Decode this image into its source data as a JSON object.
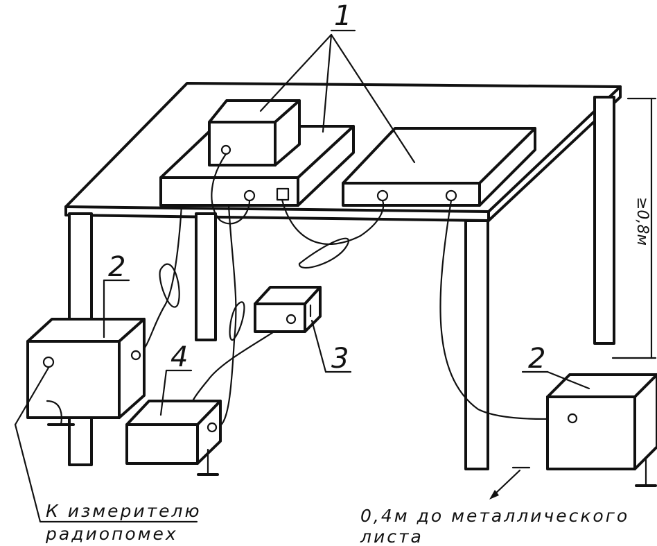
{
  "labels": {
    "device_under_test": "1",
    "network_equivalent": "2",
    "auxiliary_3": "3",
    "auxiliary_4": "4",
    "height_dimension": "≥0,8м"
  },
  "captions": {
    "meter_line1": "К измерителю",
    "meter_line2": "радиопомех",
    "distance_line1": "0,4м до металлического",
    "distance_line2": "листа"
  }
}
